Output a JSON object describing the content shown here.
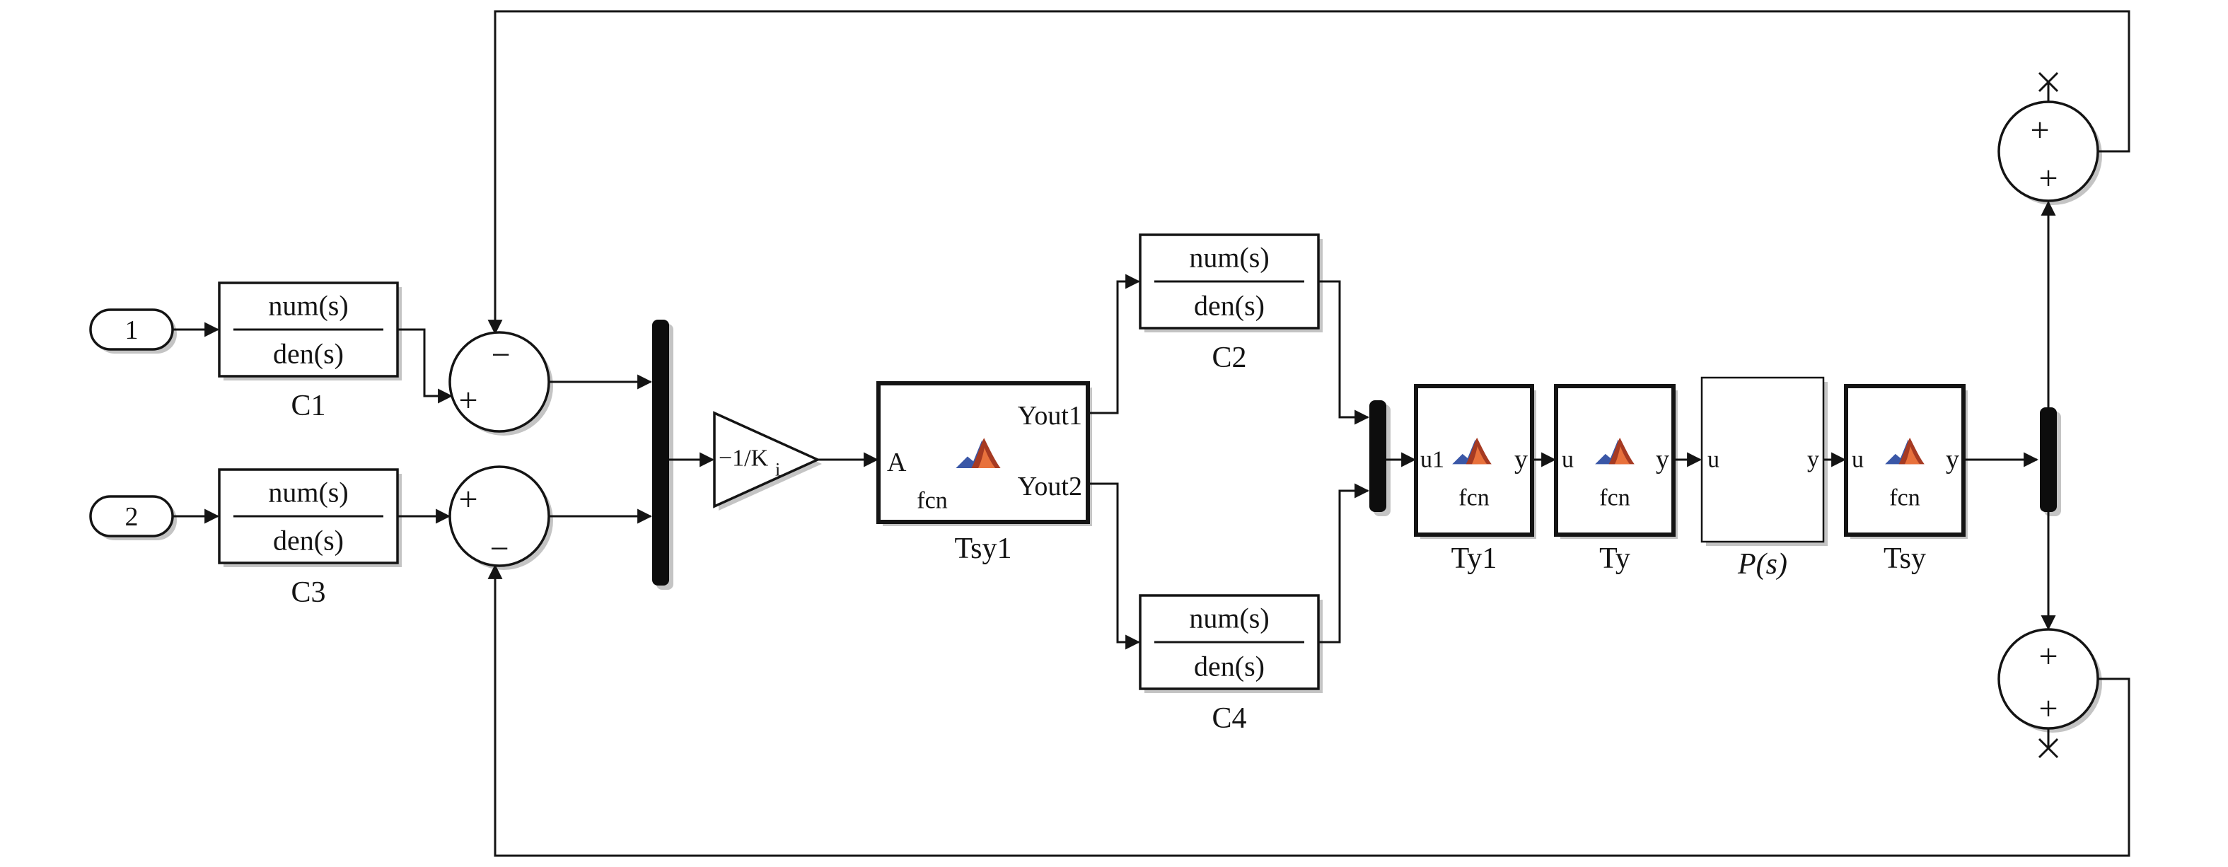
{
  "inports": [
    {
      "label": "1"
    },
    {
      "label": "2"
    }
  ],
  "tf": {
    "c1": {
      "num": "num(s)",
      "den": "den(s)",
      "name": "C1"
    },
    "c3": {
      "num": "num(s)",
      "den": "den(s)",
      "name": "C3"
    },
    "c2": {
      "num": "num(s)",
      "den": "den(s)",
      "name": "C2"
    },
    "c4": {
      "num": "num(s)",
      "den": "den(s)",
      "name": "C4"
    }
  },
  "gain": {
    "label_main": "−1/K",
    "label_sub": "i"
  },
  "fcn": {
    "tsy1": {
      "name": "Tsy1",
      "in": "A",
      "out_top": "Yout1",
      "out_bottom": "Yout2",
      "fcn_label": "fcn"
    },
    "ty1": {
      "name": "Ty1",
      "in": "u1",
      "out": "y",
      "fcn_label": "fcn"
    },
    "ty": {
      "name": "Ty",
      "in": "u",
      "out": "y",
      "fcn_label": "fcn"
    },
    "tsy": {
      "name": "Tsy",
      "in": "u",
      "out": "y",
      "fcn_label": "fcn"
    }
  },
  "plant": {
    "name": "P(s)",
    "in": "u",
    "out": "y"
  },
  "sums": {
    "s1": {
      "top": "−",
      "left": "+"
    },
    "s2": {
      "left": "+",
      "bottom": "−"
    },
    "s3": {
      "top": "+",
      "bottom": "+"
    },
    "s4": {
      "top": "+",
      "bottom": "+"
    }
  },
  "colors": {
    "line": "#141414",
    "logo_blue": "#3a57a7",
    "logo_red": "#a63a22",
    "logo_orange": "#e8713c"
  }
}
